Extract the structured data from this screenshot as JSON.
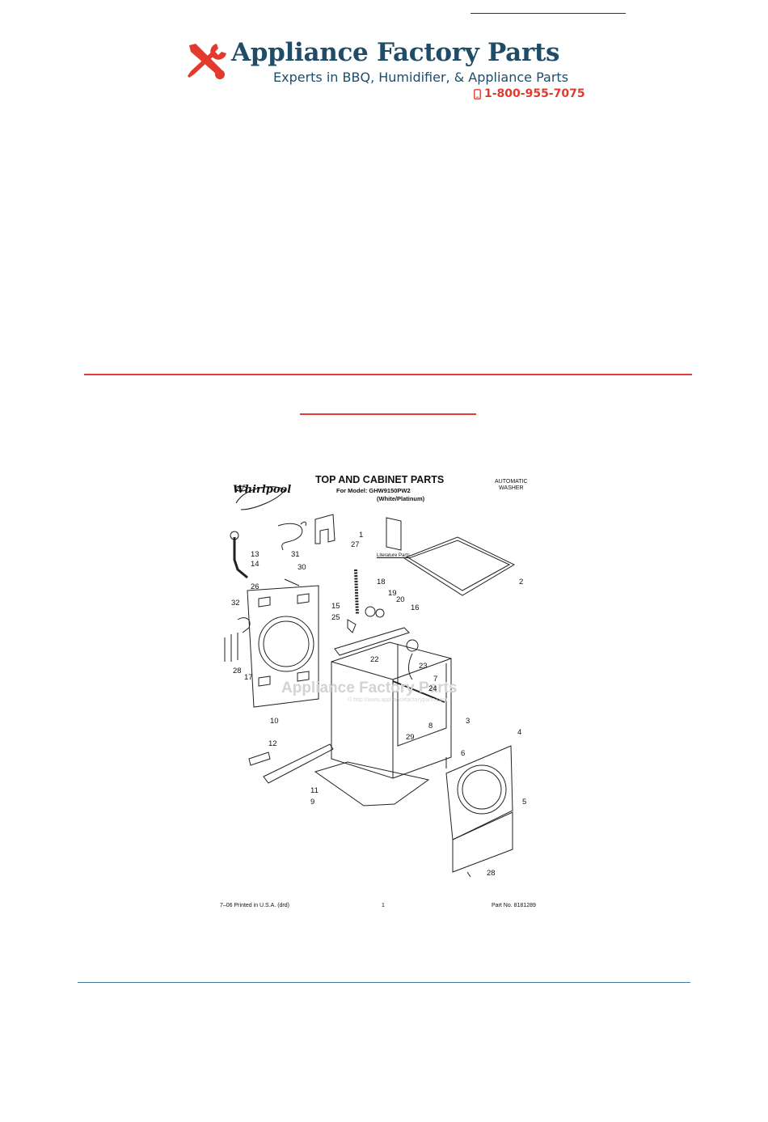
{
  "header": {
    "brand": "Appliance Factory Parts",
    "tagline": "Experts in BBQ, Humidifier, & Appliance Parts",
    "phone": "1-800-955-7075",
    "colors": {
      "navy": "#1f4c67",
      "red": "#e23b2e"
    }
  },
  "diagram": {
    "manufacturer": "Whirlpool",
    "title": "TOP AND CABINET PARTS",
    "model": "For Model: GHW9150PW2",
    "color": "(White/Platinum)",
    "product_type_1": "AUTOMATIC",
    "product_type_2": "WASHER",
    "literature_label": "Literature Parts",
    "watermark": "Appliance Factory Parts",
    "watermark_url": "© http://www.appliancefactoryparts.com",
    "footer_left": "7–06 Printed in U.S.A. (drd)",
    "footer_center": "1",
    "footer_right": "Part No. 8181289",
    "callouts": [
      "13",
      "14",
      "31",
      "27",
      "1",
      "30",
      "2",
      "18",
      "26",
      "32",
      "19",
      "20",
      "15",
      "16",
      "25",
      "22",
      "23",
      "7",
      "28",
      "17",
      "24",
      "8",
      "10",
      "3",
      "29",
      "12",
      "4",
      "6",
      "11",
      "5",
      "9",
      "28"
    ]
  }
}
